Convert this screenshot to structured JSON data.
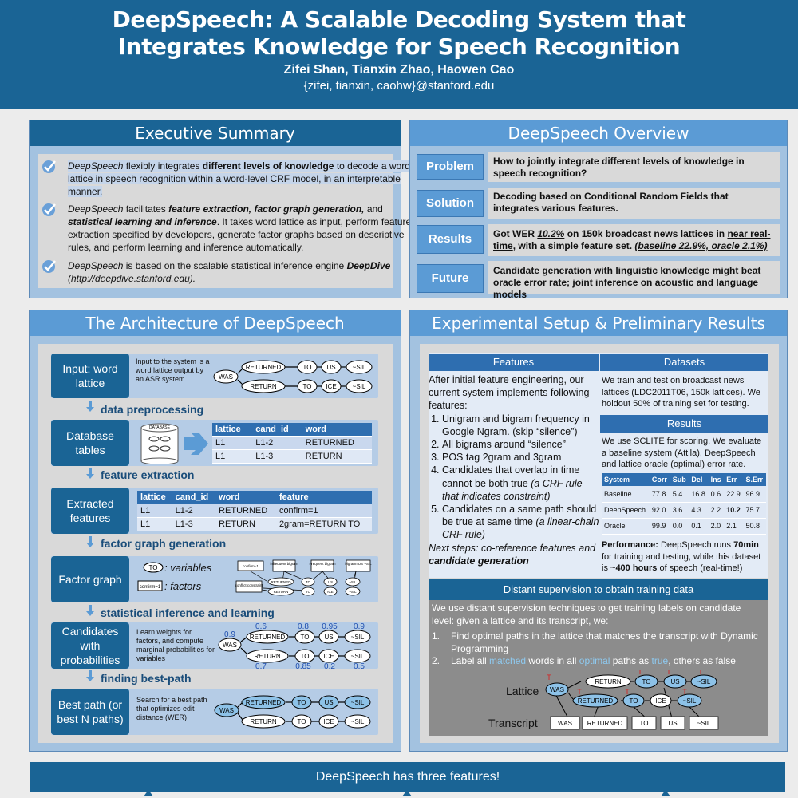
{
  "header": {
    "title_line1": "DeepSpeech: A Scalable Decoding System that",
    "title_line2": "Integrates Knowledge for Speech Recognition",
    "authors": "Zifei Shan, Tianxin Zhao, Haowen Cao",
    "emails": "{zifei, tianxin, caohw}@stanford.edu"
  },
  "summary": {
    "title": "Executive Summary",
    "item1": {
      "a": "DeepSpeech",
      "b": " flexibly integrates ",
      "c": "different levels of knowledge",
      "d": " to decode a word lattice in speech recognition within a word-level CRF model, in an interpretable manner."
    },
    "item2": {
      "a": "DeepSpeech",
      "b": " facilitates ",
      "c": "feature extraction, factor graph generation,",
      "d": " and ",
      "e": "statistical learning and inference",
      "f": ". It takes word lattice as input, perform feature extraction specified by developers, generate factor graphs based on descriptive rules, and perform learning and inference automatically."
    },
    "item3": {
      "a": "DeepSpeech",
      "b": " is based on the scalable statistical inference engine ",
      "c": "DeepDive",
      "d": " (http://deepdive.stanford.edu)."
    }
  },
  "overview": {
    "title": "DeepSpeech Overview",
    "rows": [
      {
        "label": "Problem",
        "text": "How to jointly integrate different levels of knowledge in speech recognition?"
      },
      {
        "label": "Solution",
        "text": "Decoding based on Conditional Random Fields that integrates various features."
      },
      {
        "label": "Results",
        "t1": "Got WER ",
        "t2": "10.2%",
        "t3": " on 150k broadcast news lattices in ",
        "t4": "near real-time",
        "t5": ", with a simple feature set. ",
        "t6": "(baseline 22.9%, oracle 2.1%)"
      },
      {
        "label": "Future",
        "text": "Candidate generation with linguistic knowledge might beat oracle error rate; joint inference on acoustic and language models"
      }
    ]
  },
  "architecture": {
    "title": "The Architecture of DeepSpeech",
    "stages": [
      "Input: word lattice",
      "Database tables",
      "Extracted features",
      "Factor graph",
      "Candidates with probabilities",
      "Best path (or best N paths)"
    ],
    "steps": [
      "data preprocessing",
      "feature extraction",
      "factor graph generation",
      "statistical inference and learning",
      "finding best-path"
    ],
    "input_desc": "Input to the system is a word lattice output by an ASR system.",
    "db_label": "DATABASE",
    "db_table": {
      "headers": [
        "lattice",
        "cand_id",
        "word"
      ],
      "rows": [
        [
          "L1",
          "L1-2",
          "RETURNED"
        ],
        [
          "L1",
          "L1-3",
          "RETURN"
        ]
      ]
    },
    "feat_table": {
      "headers": [
        "lattice",
        "cand_id",
        "word",
        "feature"
      ],
      "rows": [
        [
          "L1",
          "L1-2",
          "RETURNED",
          "confirm=1"
        ],
        [
          "L1",
          "L1-3",
          "RETURN",
          "2gram=RETURN TO"
        ]
      ]
    },
    "fg_var_node": "TO",
    "fg_var_text": ": variables",
    "fg_factor_node": "confirm=1",
    "fg_factor_text": ": factors",
    "fg_mini": [
      "confirm=1",
      "infrequent bigram",
      "Frequent bigram",
      "bigram=US ~SIL",
      "conflict constraint",
      "RETURNED",
      "TO",
      "US",
      "~SIL",
      "RETURN",
      "TO",
      "ICE",
      "~SIL"
    ],
    "cand_desc": "Learn weights for factors, and compute marginal probabilities for variables",
    "best_desc": "Search for a best path that optimizes edit distance (WER)",
    "lattice_words": [
      "WAS",
      "RETURNED",
      "TO",
      "US",
      "~SIL",
      "RETURN",
      "TO",
      "ICE",
      "~SIL"
    ],
    "probs_top": [
      "0.6",
      "0.8",
      "0.95",
      "0.9"
    ],
    "probs_bottom": [
      "0.7",
      "0.85",
      "0.2",
      "0.5"
    ],
    "prob_was": "0.9"
  },
  "experimental": {
    "title": "Experimental Setup & Preliminary Results",
    "features_head": "Features",
    "features_intro": "After initial feature engineering, our current system implements following features:",
    "features_list": [
      {
        "text": "Unigram and bigram frequency in Google Ngram. (skip “silence”)"
      },
      {
        "text": "All bigrams around “silence”"
      },
      {
        "text": "POS tag 2gram and 3gram"
      },
      {
        "text": "Candidates that overlap in time cannot be both true ",
        "italic": "(a CRF rule that indicates constraint)"
      },
      {
        "text": "Candidates on a same path should be true at same time ",
        "italic": "(a linear-chain CRF rule)"
      }
    ],
    "next_steps_a": "Next steps: co-reference features and ",
    "next_steps_b": "candidate generation",
    "datasets_head": "Datasets",
    "datasets_text": "We train and test on broadcast news lattices (LDC2011T06, 150k lattices). We holdout 50% of training set for testing.",
    "results_head": "Results",
    "results_text": "We use SCLITE for scoring. We evaluate a baseline system (Attila), DeepSpeech and lattice oracle (optimal) error rate.",
    "results_table": {
      "headers": [
        "System",
        "Corr",
        "Sub",
        "Del",
        "Ins",
        "Err",
        "S.Err"
      ],
      "rows": [
        [
          "Baseline",
          "77.8",
          "5.4",
          "16.8",
          "0.6",
          "22.9",
          "96.9"
        ],
        [
          "DeepSpeech",
          "92.0",
          "3.6",
          "4.3",
          "2.2",
          "10.2",
          "75.7"
        ],
        [
          "Oracle",
          "99.9",
          "0.0",
          "0.1",
          "2.0",
          "2.1",
          "50.8"
        ]
      ]
    },
    "perf_a": "Performance:",
    "perf_b": " DeepSpeech runs ",
    "perf_c": "70min",
    "perf_d": " for training and testing, while this dataset is ~",
    "perf_e": "400 hours",
    "perf_f": " of speech (real-time!)",
    "distant_head": "Distant supervision to obtain training data",
    "distant_intro": "We use distant supervision techniques to get training labels on candidate level: given a lattice and its transcript, we:",
    "distant_1": "Find optimal paths in the lattice that matches the transcript with Dynamic Programming",
    "distant_2a": "Label all ",
    "distant_2b": "matched",
    "distant_2c": " words in all ",
    "distant_2d": "optimal",
    "distant_2e": " paths as ",
    "distant_2f": "true",
    "distant_2g": ", others as false",
    "lattice_label": "Lattice",
    "transcript_label": "Transcript",
    "transcript_words": [
      "WAS",
      "RETURNED",
      "TO",
      "US",
      "~SIL"
    ],
    "true_mark": "T"
  },
  "footer": {
    "text": "DeepSpeech has three features!"
  }
}
